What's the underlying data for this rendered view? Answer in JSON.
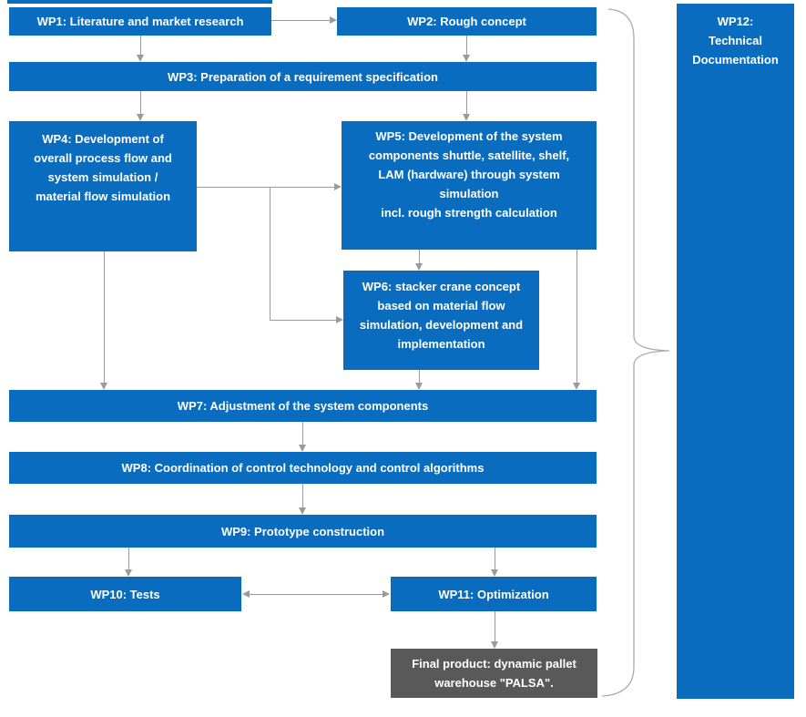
{
  "colors": {
    "node_fill_blue": "#0a6cbe",
    "node_fill_gray": "#595959",
    "node_text": "#ffffff",
    "connector_gray": "#9b9b9b"
  },
  "nodes": {
    "wp1": {
      "label": "WP1: Literature and market research"
    },
    "wp2": {
      "label": "WP2: Rough concept"
    },
    "wp3": {
      "label": "WP3: Preparation of a requirement specification"
    },
    "wp4": {
      "label": "WP4: Development of\noverall process flow and\nsystem simulation /\nmaterial flow simulation"
    },
    "wp5": {
      "label": "WP5: Development of the system\ncomponents shuttle, satellite, shelf,\nLAM (hardware) through system\nsimulation\nincl. rough strength calculation"
    },
    "wp6": {
      "label": "WP6: stacker crane concept\nbased on material flow\nsimulation, development and\nimplementation"
    },
    "wp7": {
      "label": "WP7: Adjustment of the system components"
    },
    "wp8": {
      "label": "WP8: Coordination of control technology and control algorithms"
    },
    "wp9": {
      "label": "WP9: Prototype construction"
    },
    "wp10": {
      "label": "WP10: Tests"
    },
    "wp11": {
      "label": "WP11: Optimization"
    },
    "wp12": {
      "label": "WP12:\nTechnical\nDocumentation"
    },
    "final": {
      "label": "Final product: dynamic pallet\nwarehouse \"PALSA\"."
    }
  },
  "edges": [
    {
      "from": "WP1",
      "to": "WP2",
      "direction": "right"
    },
    {
      "from": "WP1",
      "to": "WP3",
      "direction": "down"
    },
    {
      "from": "WP2",
      "to": "WP3",
      "direction": "down"
    },
    {
      "from": "WP3",
      "to": "WP4",
      "direction": "down"
    },
    {
      "from": "WP3",
      "to": "WP5",
      "direction": "down"
    },
    {
      "from": "WP4",
      "to": "WP5",
      "direction": "right"
    },
    {
      "from": "WP4",
      "to": "WP6",
      "direction": "right-elbow"
    },
    {
      "from": "WP4",
      "to": "WP7",
      "direction": "down"
    },
    {
      "from": "WP5",
      "to": "WP6",
      "direction": "down"
    },
    {
      "from": "WP5",
      "to": "WP7",
      "direction": "down"
    },
    {
      "from": "WP6",
      "to": "WP7",
      "direction": "down"
    },
    {
      "from": "WP7",
      "to": "WP8",
      "direction": "down"
    },
    {
      "from": "WP8",
      "to": "WP9",
      "direction": "down"
    },
    {
      "from": "WP9",
      "to": "WP10",
      "direction": "down"
    },
    {
      "from": "WP9",
      "to": "WP11",
      "direction": "down"
    },
    {
      "from": "WP10",
      "to": "WP11",
      "direction": "both"
    },
    {
      "from": "WP11",
      "to": "Final product",
      "direction": "down"
    },
    {
      "from": "WP1–WP11 + Final product",
      "to": "WP12",
      "type": "brace"
    }
  ]
}
